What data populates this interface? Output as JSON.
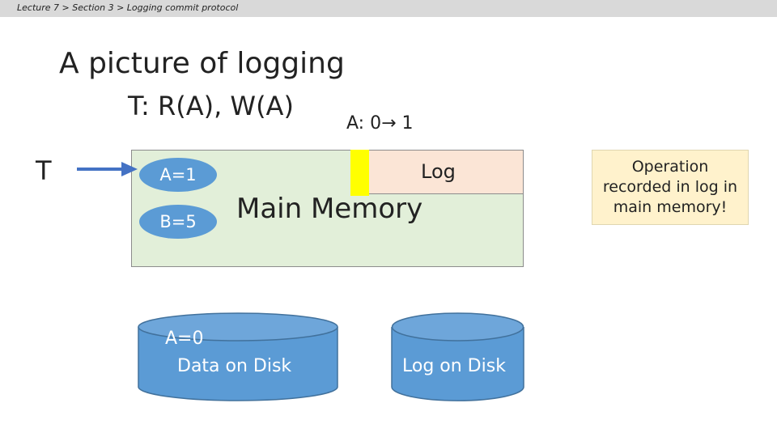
{
  "breadcrumb": "Lecture 7 > Section 3 > Logging commit protocol",
  "title": "A picture of logging",
  "transaction": "T: R(A), W(A)",
  "operation": "A: 0→ 1",
  "t_label": "T",
  "main_memory": {
    "label": "Main Memory",
    "log_label": "Log",
    "variables": [
      "A=1",
      "B=5"
    ]
  },
  "callout": "Operation recorded in log in main memory!",
  "disks": {
    "data": {
      "value": "A=0",
      "label": "Data on Disk"
    },
    "log": {
      "label": "Log on Disk"
    }
  },
  "colors": {
    "memory_fill": "#e2efd9",
    "log_fill": "#fbe5d6",
    "log_entry": "#ffff00",
    "blue": "#5b9bd5",
    "callout_fill": "#fff2cc"
  }
}
